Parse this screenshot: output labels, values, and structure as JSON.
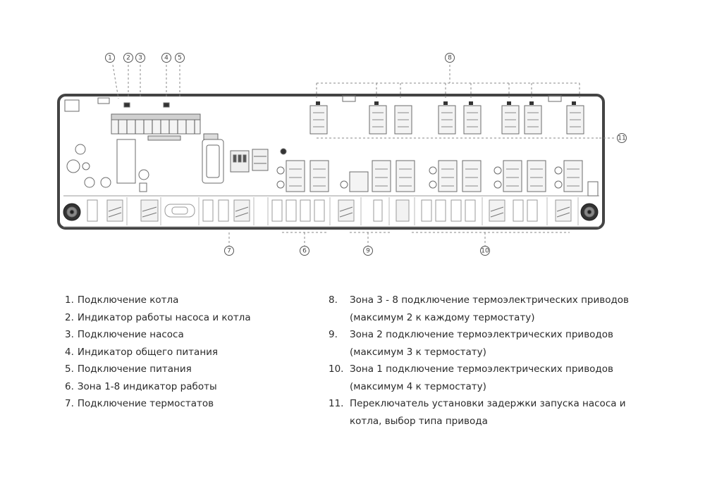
{
  "diagram": {
    "callouts": [
      {
        "id": "c1",
        "label": "1"
      },
      {
        "id": "c2",
        "label": "2"
      },
      {
        "id": "c3",
        "label": "3"
      },
      {
        "id": "c4",
        "label": "4"
      },
      {
        "id": "c5",
        "label": "5"
      },
      {
        "id": "c6",
        "label": "6"
      },
      {
        "id": "c7",
        "label": "7"
      },
      {
        "id": "c8",
        "label": "8"
      },
      {
        "id": "c9",
        "label": "9"
      },
      {
        "id": "c10",
        "label": "10"
      },
      {
        "id": "c11",
        "label": "11"
      }
    ]
  },
  "legend": {
    "left": [
      {
        "num": "1.",
        "text": "Подключение котла"
      },
      {
        "num": "2.",
        "text": "Индикатор работы насоса и котла"
      },
      {
        "num": "3.",
        "text": "Подключение насоса"
      },
      {
        "num": "4.",
        "text": "Индикатор общего питания"
      },
      {
        "num": "5.",
        "text": "Подключение питания"
      },
      {
        "num": "6.",
        "text": "Зона 1-8 индикатор работы"
      },
      {
        "num": "7.",
        "text": "Подключение термостатов"
      }
    ],
    "right": [
      {
        "num": "8.",
        "text": "Зона 3 - 8 подключение термоэлектрических приводов (максимум 2 к каждому термостату)"
      },
      {
        "num": "9.",
        "text": "Зона 2 подключение термоэлектрических приводов (максимум 3 к термостату)"
      },
      {
        "num": "10.",
        "text": "Зона 1 подключение термоэлектрических приводов (максимум 4 к термостату)"
      },
      {
        "num": "11.",
        "text": "Переключатель установки задержки запуска насоса и котла, выбор типа привода"
      }
    ]
  }
}
